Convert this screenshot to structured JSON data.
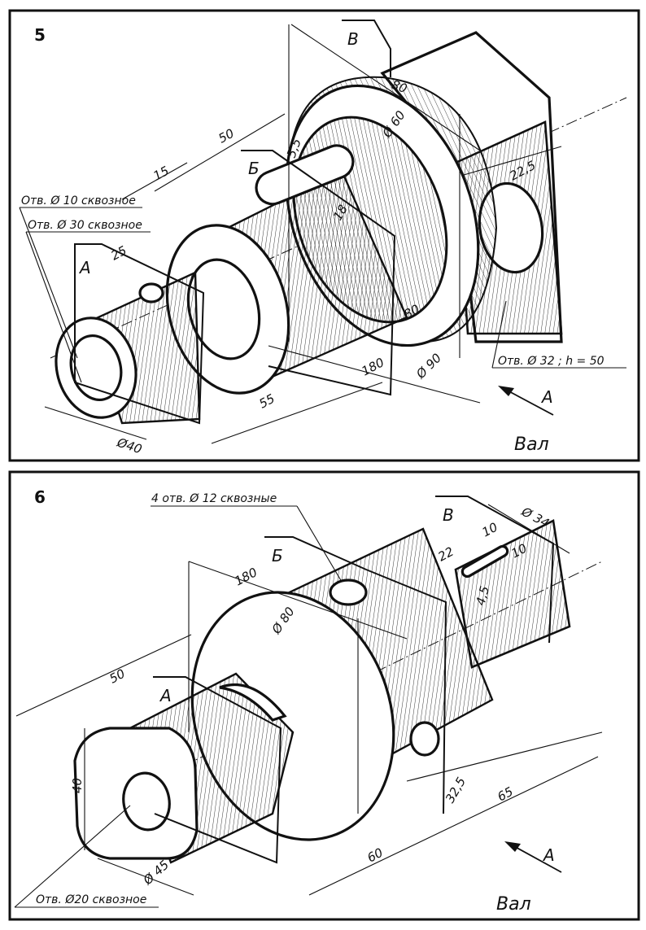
{
  "panel5": {
    "number": "5",
    "title": "Вал",
    "view_arrow_letter": "А",
    "plane_letters": {
      "a": "А",
      "b": "Б",
      "v": "В"
    },
    "notes": {
      "hole_10": "Отв. Ø 10 сквозное",
      "hole_30": "Отв. Ø 30 сквозное",
      "hole_32": "Отв. Ø 32 ; h = 50"
    },
    "dims": {
      "d80_top": "80",
      "d60": "Ø 60",
      "d5_5": "5,5",
      "d50": "50",
      "d15": "15",
      "d18": "18",
      "d22_5": "22,5",
      "d25": "25",
      "d80_mid": "80",
      "d180": "180",
      "d90": "Ø 90",
      "d55": "55",
      "d40": "Ø40"
    }
  },
  "panel6": {
    "number": "6",
    "title": "Вал",
    "view_arrow_letter": "А",
    "plane_letters": {
      "a": "А",
      "b": "Б",
      "v": "В"
    },
    "notes": {
      "holes_12": "4 отв. Ø 12 сквозные",
      "hole_20": "Отв. Ø20 сквозное"
    },
    "dims": {
      "d34": "Ø 34",
      "d10a": "10",
      "d10b": "10",
      "d22": "22",
      "d4_5": "4,5",
      "d180": "180",
      "d80": "Ø 80",
      "d50": "50",
      "d40": "40",
      "d32_5": "32,5",
      "d65": "65",
      "d60": "60",
      "d45": "Ø 45"
    }
  }
}
